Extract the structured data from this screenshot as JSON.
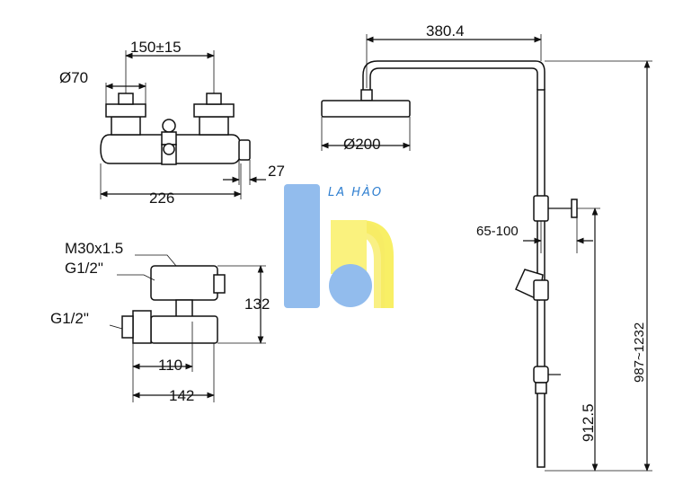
{
  "mixer_front": {
    "spacing": "150±15",
    "handle_diameter": "Ø70",
    "width": "226",
    "depth": "27"
  },
  "mixer_side": {
    "thread_top": "M30x1.5",
    "inlet_top": "G1/2\"",
    "inlet_bottom": "G1/2\"",
    "height": "132",
    "offset_inner": "110",
    "offset_outer": "142"
  },
  "shower_column": {
    "arm_reach": "380.4",
    "head_diameter": "Ø200",
    "holder_reach": "65-100",
    "height_lower": "912.5",
    "height_total": "987~1232"
  },
  "watermark": {
    "text": "LA HÀO",
    "color_blue": "#4a90e2",
    "color_yellow": "#f5e600"
  }
}
